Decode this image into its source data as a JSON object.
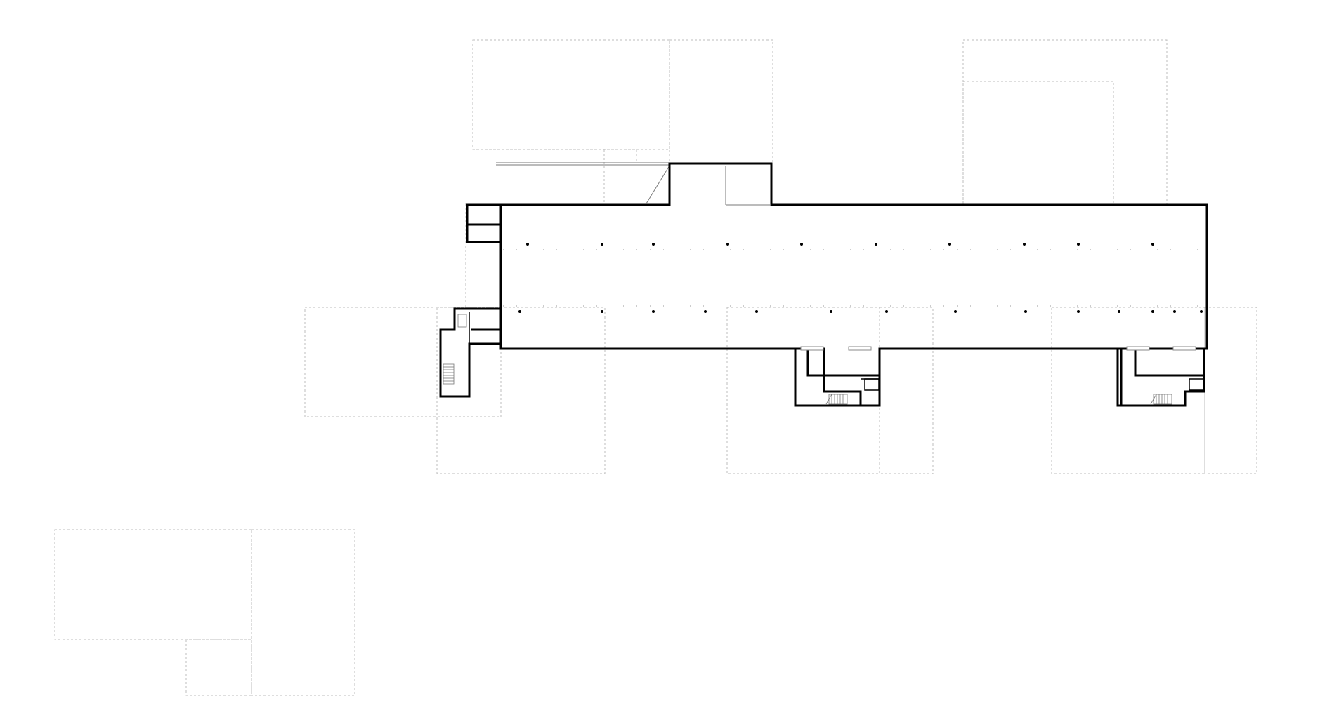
{
  "drawing": {
    "kind": "floor plan",
    "background_color": "#ffffff",
    "wall_color": "#000000",
    "outline_color": "#bdbdbd",
    "has_text": false
  },
  "elements": {
    "adjacent_building_outlines": 14,
    "main_wall_segments": 1,
    "stair_cores": 3,
    "structural_columns": 24
  }
}
